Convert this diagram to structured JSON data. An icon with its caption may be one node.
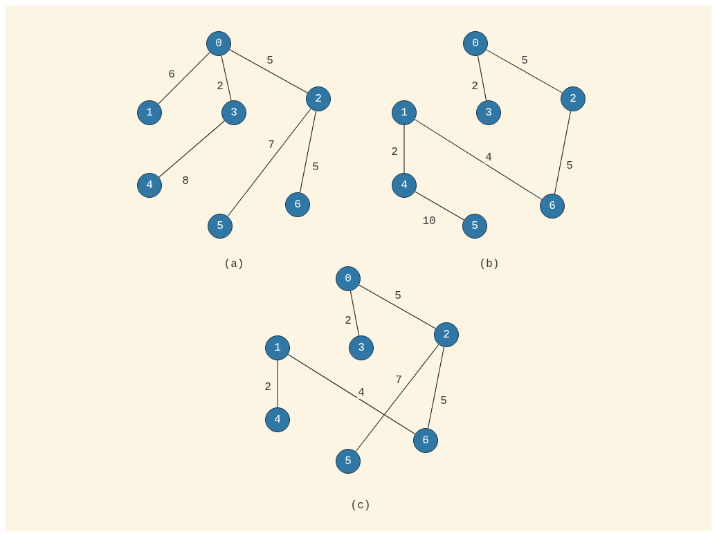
{
  "diagram": {
    "nodes": [
      {
        "text": [
          "0"
        ]
      },
      {
        "text": [
          "1"
        ]
      },
      {
        "text": [
          "3"
        ]
      },
      {
        "text": [
          "2"
        ]
      },
      {
        "text": [
          "4"
        ]
      },
      {
        "text": [
          "6"
        ]
      },
      {
        "text": [
          "5"
        ]
      },
      {
        "text": [
          "0"
        ]
      },
      {
        "text": [
          "1"
        ]
      },
      {
        "text": [
          "3"
        ]
      },
      {
        "text": [
          "2"
        ]
      },
      {
        "text": [
          "4"
        ]
      },
      {
        "text": [
          "6"
        ]
      },
      {
        "text": [
          "5"
        ]
      },
      {
        "text": [
          "0"
        ]
      },
      {
        "text": [
          "1"
        ]
      },
      {
        "text": [
          "3"
        ]
      },
      {
        "text": [
          "2"
        ]
      },
      {
        "text": [
          "4"
        ]
      },
      {
        "text": [
          "6"
        ]
      },
      {
        "text": [
          "5"
        ]
      }
    ],
    "edges": [
      {
        "from": 0,
        "to": 1,
        "arrow": "none",
        "label": "6"
      },
      {
        "from": 0,
        "to": 2,
        "arrow": "none",
        "label": "2"
      },
      {
        "from": 0,
        "to": 3,
        "arrow": "none",
        "label": "5"
      },
      {
        "from": 2,
        "to": 4,
        "arrow": "none",
        "label": "8"
      },
      {
        "from": 3,
        "to": 6,
        "arrow": "none",
        "label": "7"
      },
      {
        "from": 3,
        "to": 5,
        "arrow": "none",
        "label": "5"
      },
      {
        "from": 7,
        "to": 9,
        "arrow": "none",
        "label": "2"
      },
      {
        "from": 7,
        "to": 10,
        "arrow": "none",
        "label": "5"
      },
      {
        "from": 8,
        "to": 11,
        "arrow": "none",
        "label": "2"
      },
      {
        "from": 8,
        "to": 12,
        "arrow": "none",
        "label": "4"
      },
      {
        "from": 10,
        "to": 12,
        "arrow": "none",
        "label": "5"
      },
      {
        "from": 11,
        "to": 13,
        "arrow": "none",
        "label": "10"
      },
      {
        "from": 14,
        "to": 16,
        "arrow": "none",
        "label": "2"
      },
      {
        "from": 14,
        "to": 17,
        "arrow": "none",
        "label": "5"
      },
      {
        "from": 15,
        "to": 18,
        "arrow": "none",
        "label": "2"
      },
      {
        "from": 15,
        "to": 19,
        "arrow": "none",
        "label": "4"
      },
      {
        "from": 17,
        "to": 20,
        "arrow": "none",
        "label": "7"
      },
      {
        "from": 17,
        "to": 19,
        "arrow": "none",
        "label": "5"
      }
    ],
    "labels": [
      "(a)",
      "(b)",
      "(c)"
    ]
  }
}
